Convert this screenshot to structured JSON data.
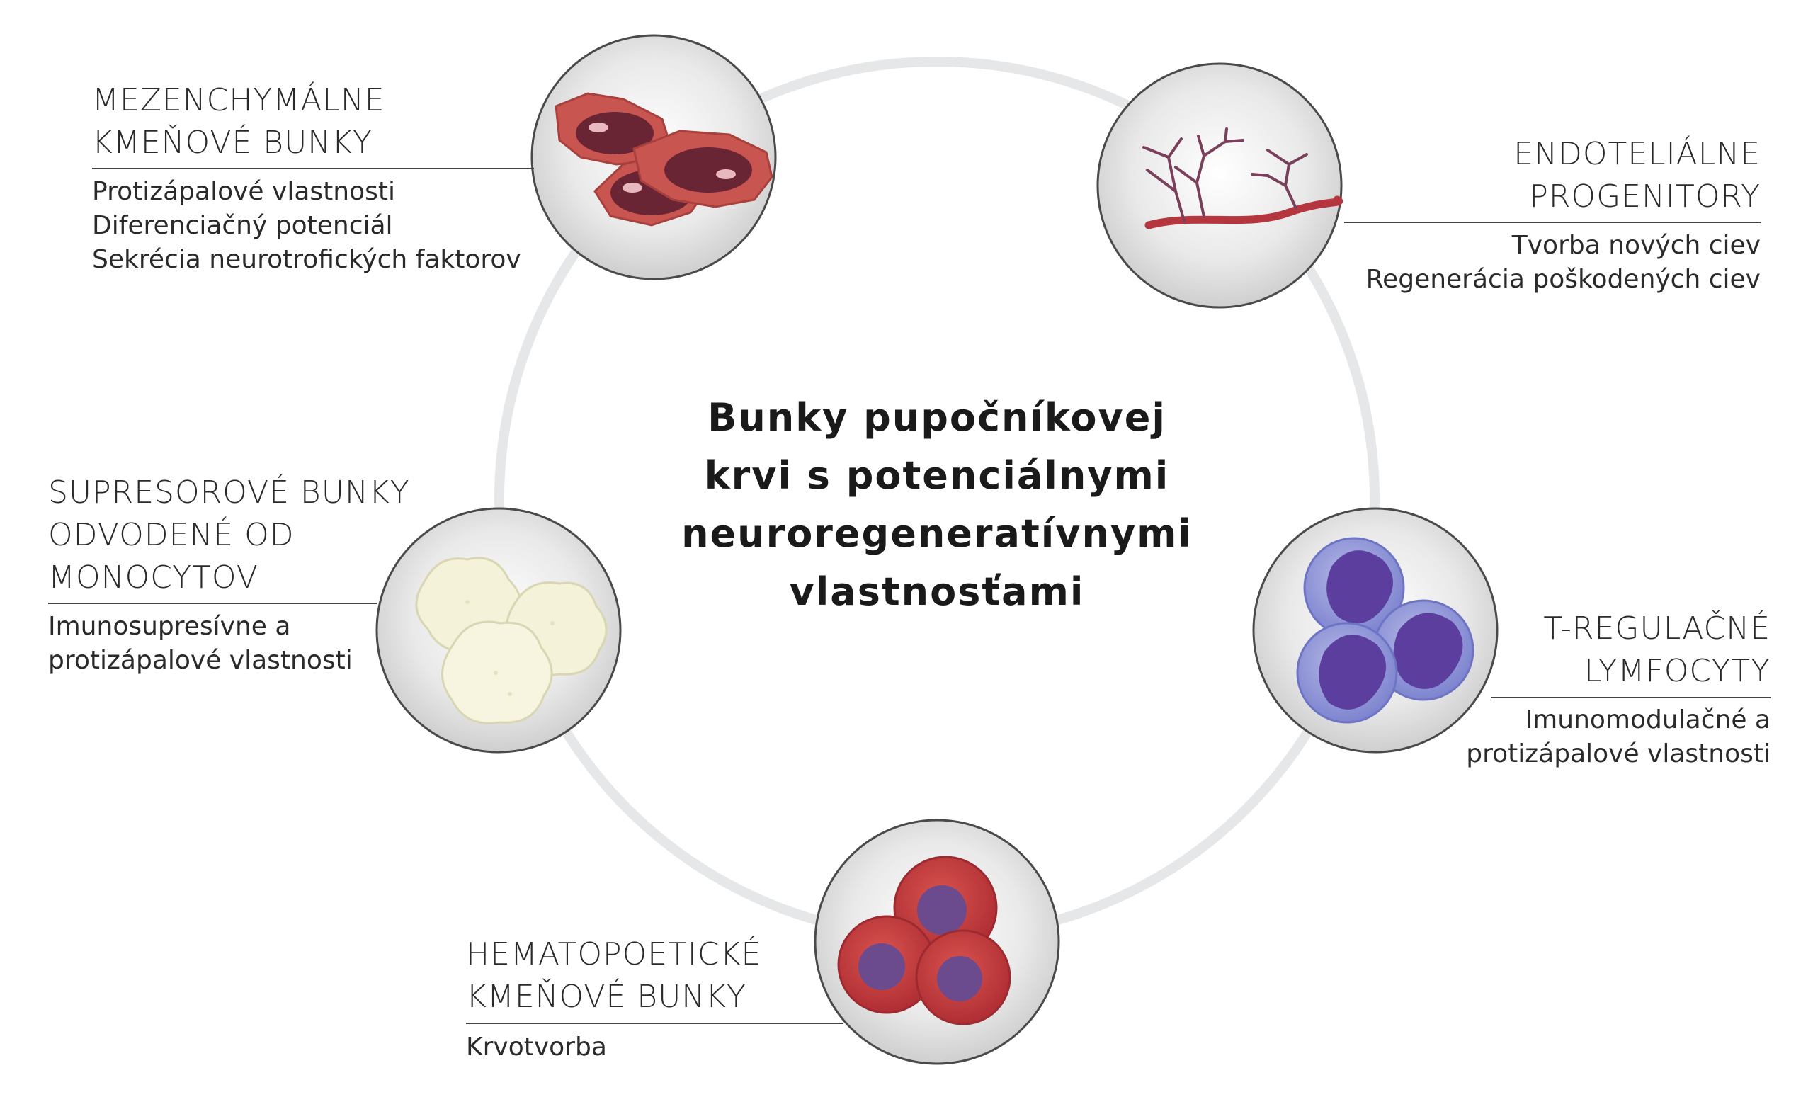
{
  "center_title": [
    "Bunky pupočníkovej",
    "krvi s potenciálnymi",
    "neuroregeneratívnymi",
    "vlastnosťami"
  ],
  "nodes": {
    "msc": {
      "title": [
        "MEZENCHYMÁLNE",
        "KMEŇOVÉ BUNKY"
      ],
      "items": [
        "Protizápalové vlastnosti",
        "Diferenciačný potenciál",
        "Sekrécia neurotrofických faktorov"
      ]
    },
    "epc": {
      "title": [
        "ENDOTELIÁLNE",
        "PROGENITORY"
      ],
      "items": [
        "Tvorba nových ciev",
        "Regenerácia poškodených ciev"
      ]
    },
    "mds": {
      "title": [
        "SUPRESOROVÉ BUNKY",
        "ODVODENÉ OD",
        "MONOCYTOV"
      ],
      "items": [
        "Imunosupresívne a",
        "protizápalové vlastnosti"
      ]
    },
    "treg": {
      "title": [
        "T-REGULAČNÉ",
        "LYMFOCYTY"
      ],
      "items": [
        "Imunomodulačné a",
        "protizápalové vlastnosti"
      ]
    },
    "hsc": {
      "title": [
        "HEMATOPOETICKÉ",
        "KMEŇOVÉ BUNKY"
      ],
      "items": [
        "Krvotvorba"
      ]
    }
  },
  "colors": {
    "ring": "#e6e7e8",
    "bubble_fill": "#e4e4e4",
    "bubble_stroke": "#4a4a4a",
    "msc_cell": "#c8554f",
    "msc_nucleus": "#6a2535",
    "vessel": "#b5363f",
    "capillary": "#7a3f5a",
    "mds_cell": "#f4f2d8",
    "treg_cell": "#8f95d8",
    "treg_nucleus": "#5c3e9e",
    "hsc_cell": "#c23b3e",
    "hsc_nucleus": "#6b4a8e"
  },
  "icons": [
    "msc-cells-icon",
    "vessel-icon",
    "monocyte-cells-icon",
    "lymphocyte-cells-icon",
    "stem-cells-icon"
  ]
}
